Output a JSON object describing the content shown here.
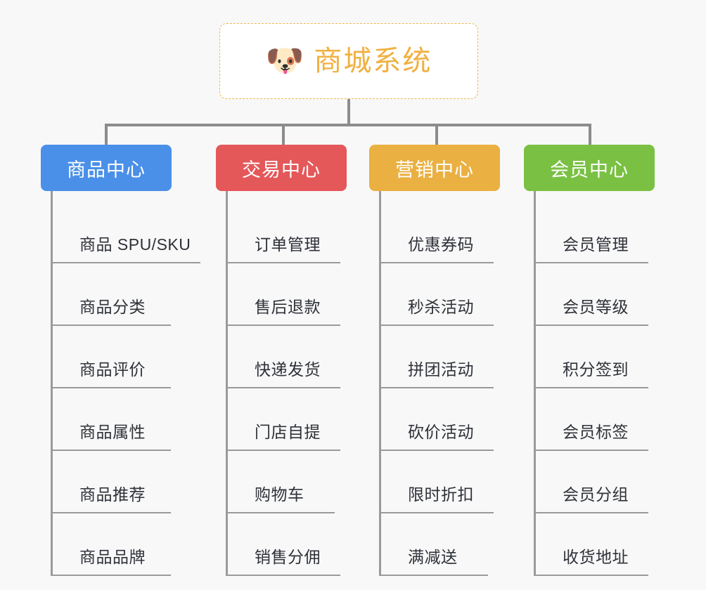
{
  "root": {
    "icon": "dog-face-icon",
    "icon_glyph": "🐶",
    "title": "商城系统",
    "title_color": "#f0b040",
    "border_color": "#eab94f"
  },
  "theme": {
    "background": "#f8f8f8",
    "connector_color": "#8c8c8c",
    "leaf_line_color": "#9a9a9a",
    "leaf_text_color": "#2e3238"
  },
  "columns": [
    {
      "header": "商品中心",
      "color": "#4a90e8",
      "items": [
        "商品 SPU/SKU",
        "商品分类",
        "商品评价",
        "商品属性",
        "商品推荐",
        "商品品牌"
      ]
    },
    {
      "header": "交易中心",
      "color": "#e4585a",
      "items": [
        "订单管理",
        "售后退款",
        "快递发货",
        "门店自提",
        "购物车",
        "销售分佣"
      ]
    },
    {
      "header": "营销中心",
      "color": "#eab042",
      "items": [
        "优惠券码",
        "秒杀活动",
        "拼团活动",
        "砍价活动",
        "限时折扣",
        "满减送"
      ]
    },
    {
      "header": "会员中心",
      "color": "#7ac143",
      "items": [
        "会员管理",
        "会员等级",
        "积分签到",
        "会员标签",
        "会员分组",
        "收货地址"
      ]
    }
  ]
}
